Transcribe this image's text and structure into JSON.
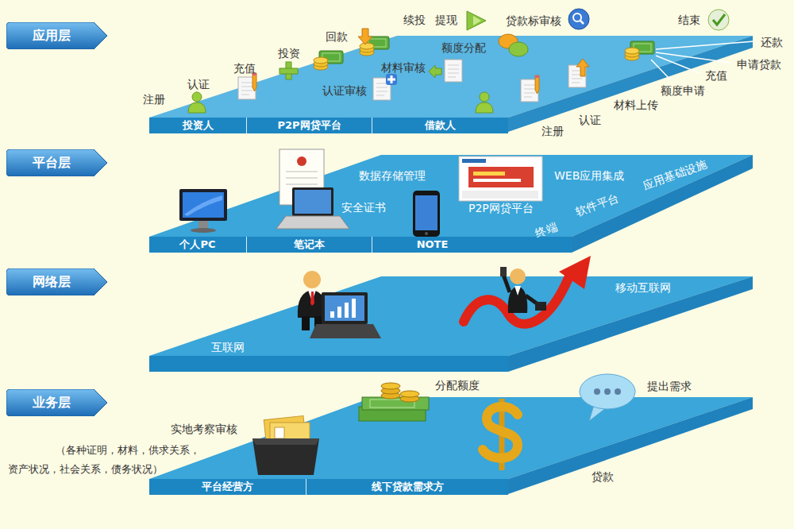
{
  "diagram": {
    "nodes": [
      {
        "text": [
          "应用层"
        ]
      },
      {
        "text": [
          "投资人"
        ]
      },
      {
        "text": [
          "P2P网贷平台"
        ]
      },
      {
        "text": [
          "借款人"
        ]
      },
      {
        "text": [
          "平台层"
        ]
      },
      {
        "text": [
          "个人PC"
        ]
      },
      {
        "text": [
          "笔记本"
        ]
      },
      {
        "text": [
          "NOTE"
        ]
      },
      {
        "text": [
          "网络层"
        ]
      },
      {
        "text": [
          "业务层"
        ]
      },
      {
        "text": [
          "平台经营方"
        ]
      },
      {
        "text": [
          "线下贷款需求方"
        ]
      }
    ],
    "labels": [
      "注册",
      "认证",
      "充值",
      "投资",
      "回款",
      "续投",
      "提现",
      "贷款标审核",
      "结束",
      "额度分配",
      "材料审核",
      "认证审核",
      "还款",
      "申请贷款",
      "充值",
      "额度申请",
      "材料上传",
      "认证",
      "注册",
      "数据存储管理",
      "WEB应用集成",
      "安全证书",
      "P2P网贷平台",
      "终端",
      "软件平台",
      "应用基础设施",
      "互联网",
      "移动互联网",
      "分配额度",
      "提出需求",
      "实地考察审核",
      "（各种证明，材料，供求关系， 资产状况，社会关系，债务状况）",
      "贷款"
    ]
  }
}
